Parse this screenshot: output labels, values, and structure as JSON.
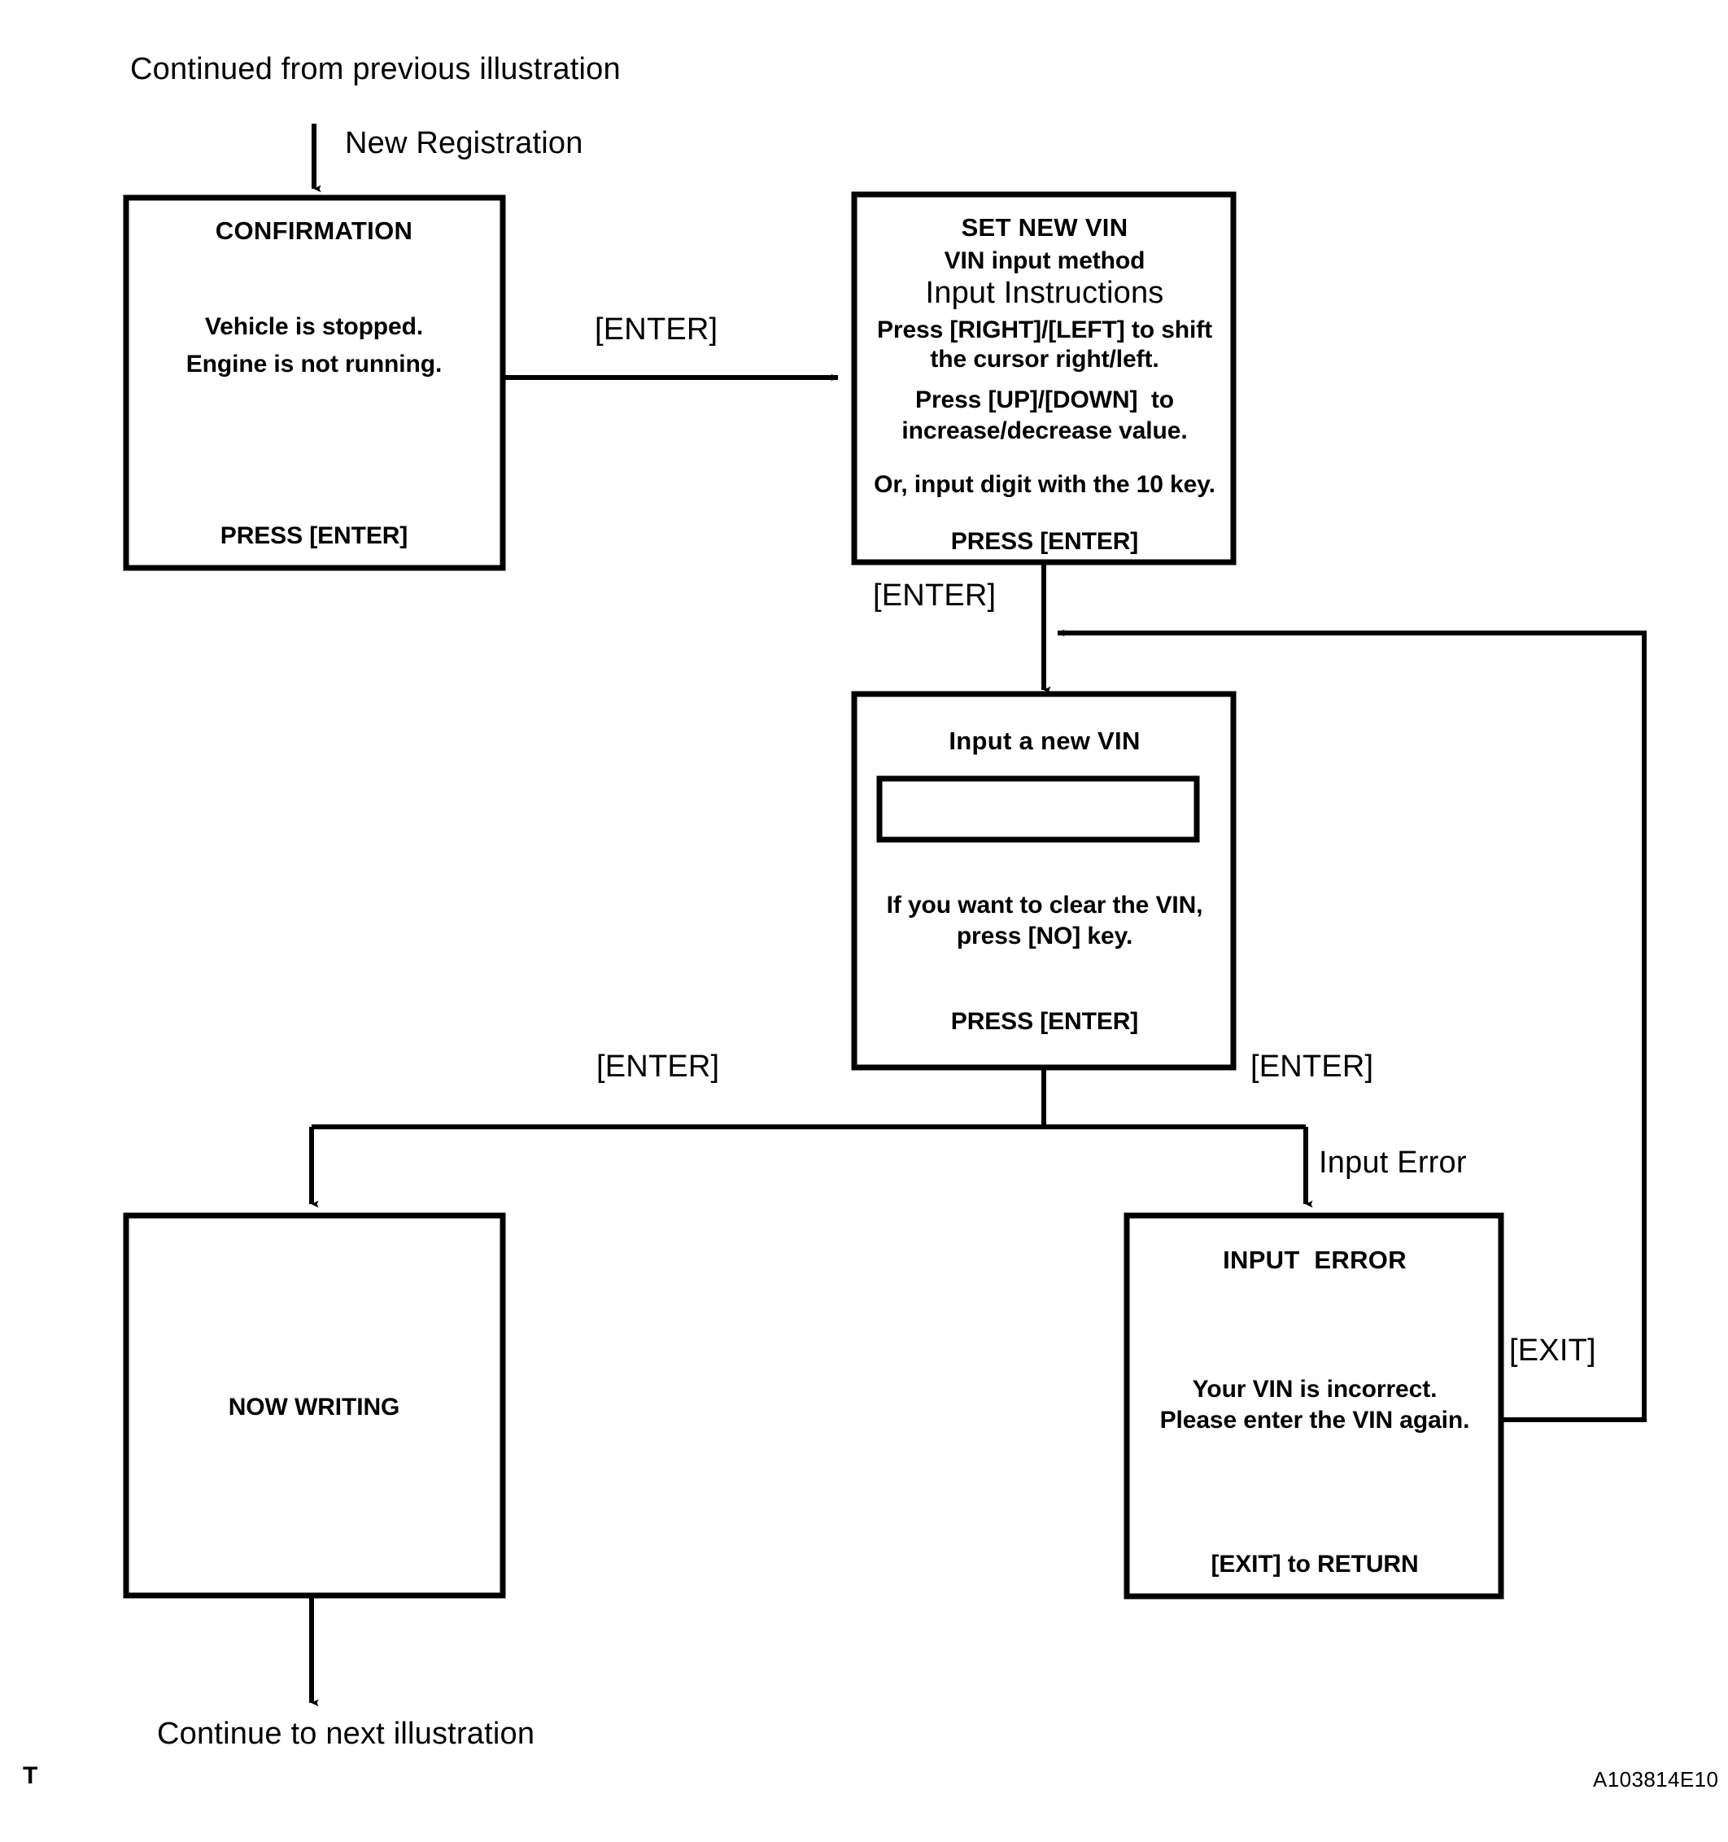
{
  "figure": {
    "id_code": "A103814E10",
    "corner_mark": "T",
    "entry_note": "Continued from previous illustration",
    "exit_note": "Continue to next illustration"
  },
  "edge_labels": {
    "new_registration": "New Registration",
    "enter_confirm_to_setvin": "[ENTER]",
    "enter_setvin_to_input": "[ENTER]",
    "enter_input_to_writing": "[ENTER]",
    "enter_input_to_error": "[ENTER]",
    "input_error": "Input Error",
    "exit_return_loop": "[EXIT]"
  },
  "screens": [
    {
      "key": "confirmation",
      "title": "CONFIRMATION",
      "body": [
        "Vehicle is stopped.",
        "Engine is not running."
      ],
      "footer": "PRESS [ENTER]"
    },
    {
      "key": "set_new_vin",
      "title": "SET NEW VIN",
      "subtitle": "VIN input method",
      "heading_light": "Input Instructions",
      "body": [
        "Press [RIGHT]/[LEFT] to shift",
        "the cursor right/left.",
        "Press [UP]/[DOWN]  to",
        "increase/decrease value.",
        "Or, input digit with the 10 key."
      ],
      "footer": "PRESS [ENTER]"
    },
    {
      "key": "input_new_vin",
      "title": "Input a new VIN",
      "field_value": "",
      "body": [
        "If you want to clear the VIN,",
        "press [NO] key."
      ],
      "footer": "PRESS [ENTER]"
    },
    {
      "key": "now_writing",
      "title": "NOW WRITING"
    },
    {
      "key": "input_error",
      "title": "INPUT  ERROR",
      "body": [
        "Your VIN is incorrect.",
        "Please enter the VIN again."
      ],
      "footer": "[EXIT] to RETURN"
    }
  ],
  "colors": {
    "stroke": "#000000",
    "background": "#ffffff"
  }
}
